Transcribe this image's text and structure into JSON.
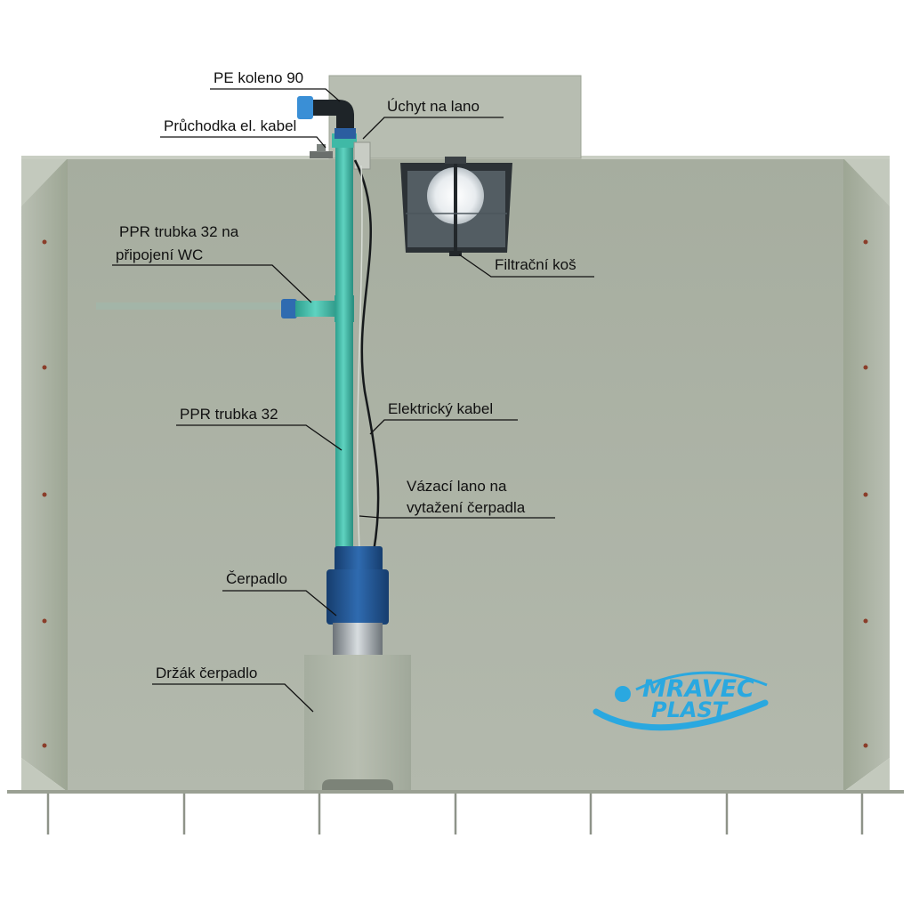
{
  "labels": {
    "pe_koleno": "PE koleno 90",
    "pruchodka": "Průchodka el. kabel",
    "uchyt": "Úchyt na lano",
    "ppr_wc_line1": "PPR trubka 32 na",
    "ppr_wc_line2": "připojení WC",
    "filtracni_kos": "Filtrační koš",
    "ppr_trubka": "PPR trubka 32",
    "elektricky_kabel": "Elektrický kabel",
    "vazaci_line1": "Vázací lano na",
    "vazaci_line2": "vytažení čerpadla",
    "cerpadlo": "Čerpadlo",
    "drzak": "Držák čerpadlo"
  },
  "logo": {
    "line1": "MRAVEC",
    "line2": "PLAST"
  },
  "colors": {
    "tank": "#a9b0a3",
    "tank_side": "#9ca595",
    "pipe": "#3fb9a6",
    "pump": "#1f4f8a",
    "logo": "#2aa8e0",
    "rib": "#8a3d2a"
  }
}
